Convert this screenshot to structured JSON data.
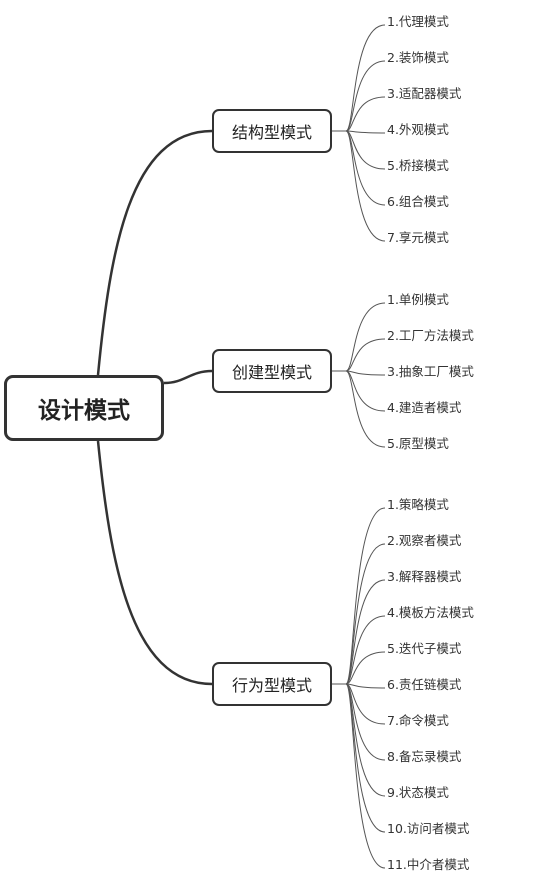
{
  "root": {
    "label": "设计模式"
  },
  "branches": [
    {
      "label": "结构型模式",
      "leaves": [
        "1.代理模式",
        "2.装饰模式",
        "3.适配器模式",
        "4.外观模式",
        "5.桥接模式",
        "6.组合模式",
        "7.享元模式"
      ]
    },
    {
      "label": "创建型模式",
      "leaves": [
        "1.单例模式",
        "2.工厂方法模式",
        "3.抽象工厂模式",
        "4.建造者模式",
        "5.原型模式"
      ]
    },
    {
      "label": "行为型模式",
      "leaves": [
        "1.策略模式",
        "2.观察者模式",
        "3.解释器模式",
        "4.模板方法模式",
        "5.迭代子模式",
        "6.责任链模式",
        "7.命令模式",
        "8.备忘录模式",
        "9.状态模式",
        "10.访问者模式",
        "11.中介者模式"
      ]
    }
  ],
  "colors": {
    "line": "#333333",
    "leaf_line": "#555555"
  }
}
